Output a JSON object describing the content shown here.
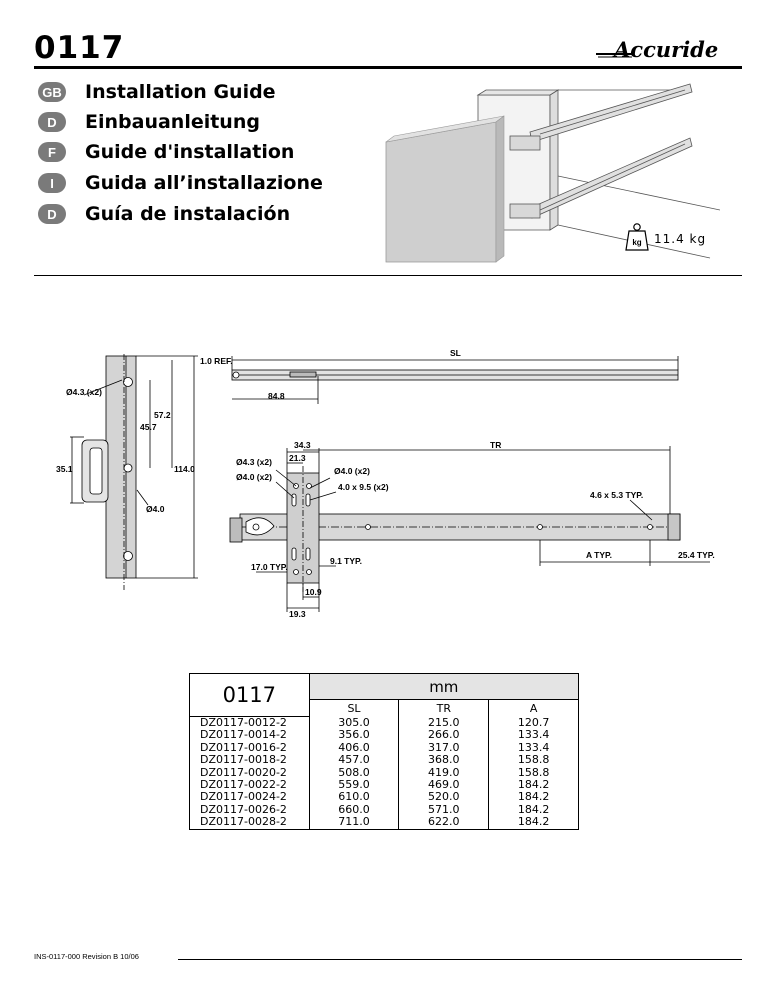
{
  "header": {
    "part_number": "0117",
    "brand": "Accuride"
  },
  "languages": [
    {
      "code": "GB",
      "label": "Installation Guide"
    },
    {
      "code": "D",
      "label": "Einbauanleitung"
    },
    {
      "code": "F",
      "label": "Guide d'installation"
    },
    {
      "code": "I",
      "label": "Guida all’installazione"
    },
    {
      "code": "D",
      "label": "Guía de instalación"
    }
  ],
  "load": {
    "icon": "kg-weight-icon",
    "icon_text": "kg",
    "value": "11.4  kg"
  },
  "dimensions": {
    "d1": "1.0 REF.",
    "d2": "SL",
    "d3": "Ø4.3 (x2)",
    "d4": "84.8",
    "d5": "57.2",
    "d6": "45.7",
    "d7": "35.1",
    "d8": "114.0",
    "d9": "Ø4.0",
    "d10": "34.3",
    "d11": "21.3",
    "d12": "TR",
    "d13": "Ø4.3 (x2)",
    "d14": "Ø4.0 (x2)",
    "d15": "Ø4.0 (x2)",
    "d16": "4.0 x 9.5 (x2)",
    "d17": "4.6 x 5.3 TYP.",
    "d18": "A TYP.",
    "d19": "25.4 TYP.",
    "d20": "17.0 TYP.",
    "d21": "9.1 TYP.",
    "d22": "10.9",
    "d23": "19.3"
  },
  "table": {
    "series": "0117",
    "unit": "mm",
    "columns": [
      "SL",
      "TR",
      "A"
    ],
    "rows": [
      [
        "DZ0117-0012-2",
        "305.0",
        "215.0",
        "120.7"
      ],
      [
        "DZ0117-0014-2",
        "356.0",
        "266.0",
        "133.4"
      ],
      [
        "DZ0117-0016-2",
        "406.0",
        "317.0",
        "133.4"
      ],
      [
        "DZ0117-0018-2",
        "457.0",
        "368.0",
        "158.8"
      ],
      [
        "DZ0117-0020-2",
        "508.0",
        "419.0",
        "158.8"
      ],
      [
        "DZ0117-0022-2",
        "559.0",
        "469.0",
        "184.2"
      ],
      [
        "DZ0117-0024-2",
        "610.0",
        "520.0",
        "184.2"
      ],
      [
        "DZ0117-0026-2",
        "660.0",
        "571.0",
        "184.2"
      ],
      [
        "DZ0117-0028-2",
        "711.0",
        "622.0",
        "184.2"
      ]
    ]
  },
  "footer": {
    "doc_ref": "INS-0117-000 Revision B 10/06"
  }
}
